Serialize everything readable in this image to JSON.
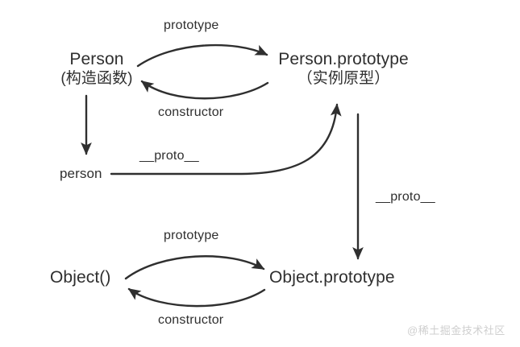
{
  "diagram": {
    "title": "JavaScript prototype chain diagram",
    "background_color": "#ffffff",
    "stroke_color": "#2f2f2f",
    "text_color": "#2f2f2f",
    "nodes": {
      "person_constructor": {
        "main": "Person",
        "sub": "(构造函数)"
      },
      "person_prototype": {
        "main": "Person.prototype",
        "sub": "（实例原型）"
      },
      "person_instance": {
        "main": "person"
      },
      "object_constructor": {
        "main": "Object()"
      },
      "object_prototype": {
        "main": "Object.prototype"
      }
    },
    "edges": [
      {
        "id": "prototype-top",
        "label": "prototype",
        "from": "person_constructor",
        "to": "person_prototype",
        "shape": "curve-up"
      },
      {
        "id": "constructor-top",
        "label": "constructor",
        "from": "person_prototype",
        "to": "person_constructor",
        "shape": "curve-down"
      },
      {
        "id": "person-instantiation",
        "label": "",
        "from": "person_constructor",
        "to": "person_instance",
        "shape": "straight-down"
      },
      {
        "id": "proto-person",
        "label": "__proto__",
        "from": "person_instance",
        "to": "person_prototype",
        "shape": "curve-right-up"
      },
      {
        "id": "proto-vertical",
        "label": "__proto__",
        "from": "person_prototype",
        "to": "object_prototype",
        "shape": "straight-down"
      },
      {
        "id": "prototype-bottom",
        "label": "prototype",
        "from": "object_constructor",
        "to": "object_prototype",
        "shape": "curve-up"
      },
      {
        "id": "constructor-bottom",
        "label": "constructor",
        "from": "object_prototype",
        "to": "object_constructor",
        "shape": "curve-down"
      }
    ]
  },
  "watermark": {
    "text": "@稀土掘金技术社区"
  }
}
